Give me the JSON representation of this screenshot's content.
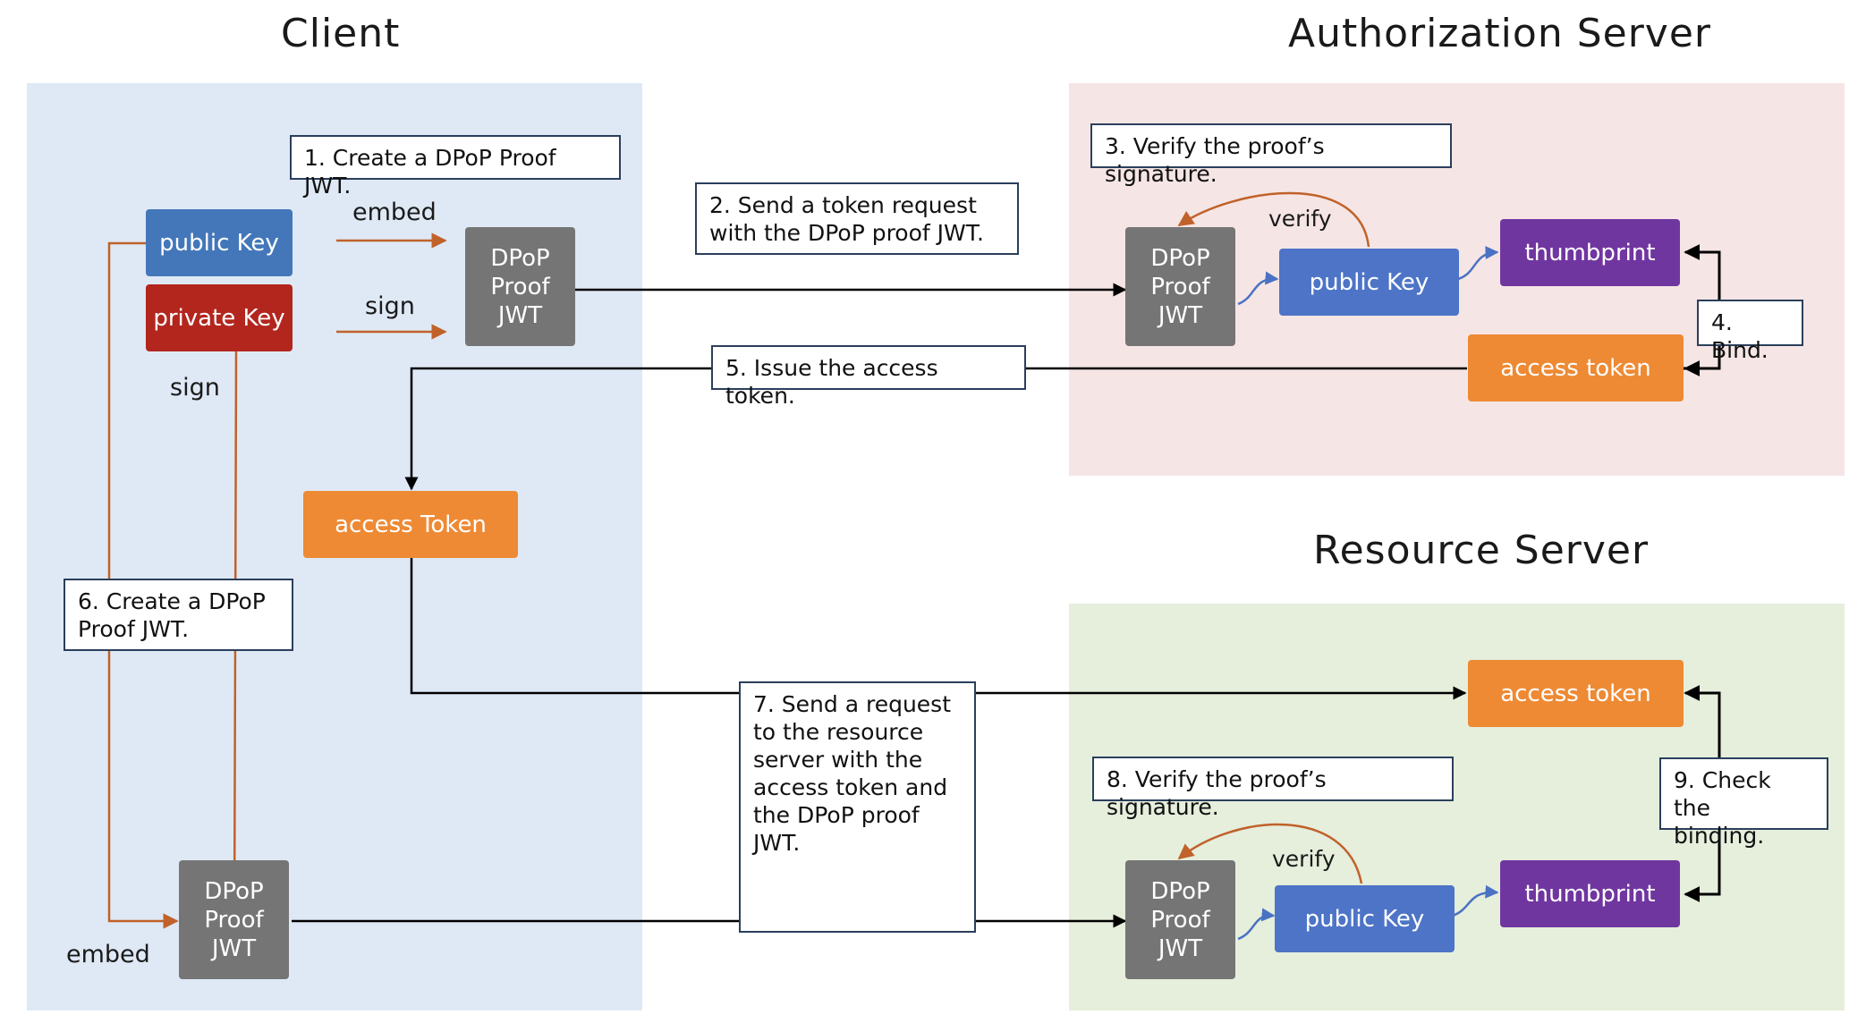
{
  "colors": {
    "client_bg": "#dfe9f5",
    "auth_bg": "#f6e5e5",
    "resource_bg": "#e6eedc",
    "public_key_client": "#4377ba",
    "public_key_server": "#4d74c6",
    "private_key": "#b3261e",
    "jwt": "#757575",
    "access_token": "#ee8a34",
    "thumbprint": "#7036a0",
    "arrow_orange": "#c0622a",
    "arrow_black": "#000000",
    "arrow_blue": "#4a72c4"
  },
  "titles": {
    "client": "Client",
    "auth": "Authorization Server",
    "resource": "Resource Server"
  },
  "client": {
    "public_key": "public Key",
    "private_key": "private Key",
    "jwt1": "DPoP\nProof\nJWT",
    "access_token": "access Token",
    "jwt2": "DPoP\nProof\nJWT",
    "embed_top": "embed",
    "sign_top": "sign",
    "sign_left": "sign",
    "embed_bottom": "embed"
  },
  "auth": {
    "jwt": "DPoP\nProof\nJWT",
    "public_key": "public Key",
    "thumbprint": "thumbprint",
    "access_token": "access token",
    "verify": "verify"
  },
  "resource": {
    "access_token": "access token",
    "jwt": "DPoP\nProof\nJWT",
    "public_key": "public Key",
    "thumbprint": "thumbprint",
    "verify": "verify"
  },
  "steps": {
    "s1": "1. Create a DPoP Proof JWT.",
    "s2": "2. Send a token request\nwith the DPoP proof JWT.",
    "s3": "3. Verify the proof’s signature.",
    "s4": "4. Bind.",
    "s5": "5. Issue the access token.",
    "s6": "6. Create a DPoP\nProof JWT.",
    "s7": "7. Send a request\nto the resource\nserver with the\naccess token and\nthe DPoP proof\nJWT.",
    "s8": "8. Verify the proof’s signature.",
    "s9": "9. Check the\nbinding."
  }
}
